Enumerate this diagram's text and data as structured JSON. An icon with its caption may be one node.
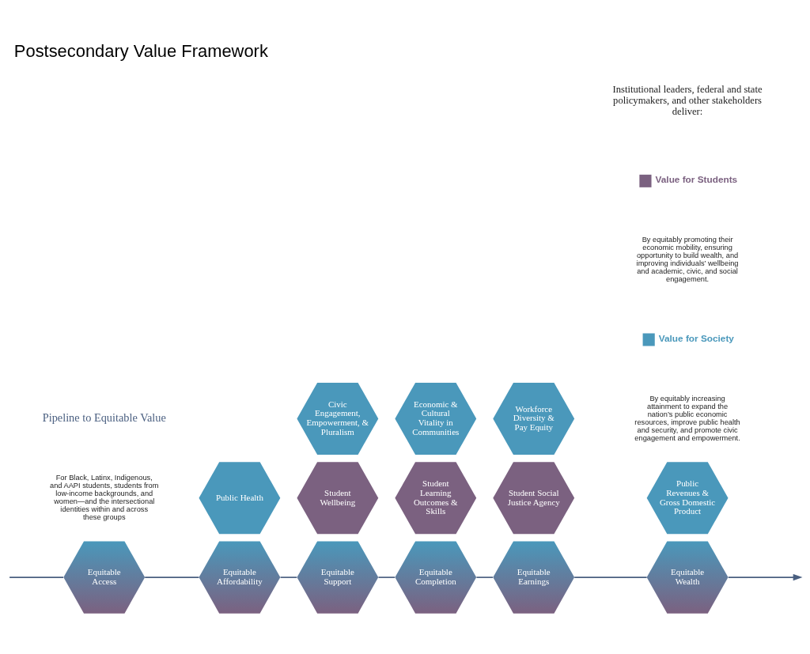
{
  "diagram": {
    "title": "Postsecondary Value Framework",
    "nodes": [
      {
        "text": [
          "Equitable Access"
        ]
      },
      {
        "text": [
          "Equitable Affordability"
        ]
      },
      {
        "text": [
          "Public Health"
        ]
      },
      {
        "text": [
          "Student Wellbeing"
        ]
      },
      {
        "text": [
          "Equitable Support"
        ]
      },
      {
        "text": [
          "Civic Engagement, Empowerment, & Pluralism"
        ]
      },
      {
        "text": [
          "Student Learning Outcomes & Skills"
        ]
      },
      {
        "text": [
          "Equitable Completion"
        ]
      },
      {
        "text": [
          "Economic & Cultural Vitality in Communities"
        ]
      },
      {
        "text": [
          "Student Social Justice Agency"
        ]
      },
      {
        "text": [
          "Equitable Earnings"
        ]
      },
      {
        "text": [
          "Workforce Diversity & Pay Equity"
        ]
      },
      {
        "text": [
          "Equitable Wealth"
        ]
      },
      {
        "text": [
          "Public Revenues & Gross Domestic Product"
        ]
      }
    ],
    "edges": [
      {
        "from": null,
        "to": 0,
        "arrow": "none"
      },
      {
        "from": 0,
        "to": 1,
        "arrow": "none"
      },
      {
        "from": 1,
        "to": 4,
        "arrow": "none"
      },
      {
        "from": 4,
        "to": 7,
        "arrow": "none"
      },
      {
        "from": 7,
        "to": 10,
        "arrow": "none"
      },
      {
        "from": 10,
        "to": 12,
        "arrow": "none"
      },
      {
        "from": 12,
        "to": null,
        "arrow": "to"
      }
    ],
    "labels": [
      "Pipeline to Equitable Value",
      "For Black, Latinx, Indigenous, and AAPI students, students from low-income backgrounds, and women—and the intersectional identities within and across these groups",
      "Institutional leaders, federal and state policymakers, and other stakeholders deliver:",
      "By equitably promoting their economic mobility, ensuring opportunity to build wealth, and improving individuals’ wellbeing and academic, civic, and social engagement.",
      "By equitably increasing attainment to expand the nation’s public economic resources, improve public health and security, and promote civic engagement and empowerment."
    ],
    "legend": [
      {
        "text": "Value for Students",
        "color": "#7b6180"
      },
      {
        "text": "Value for Society",
        "color": "#4a98bb"
      }
    ]
  }
}
